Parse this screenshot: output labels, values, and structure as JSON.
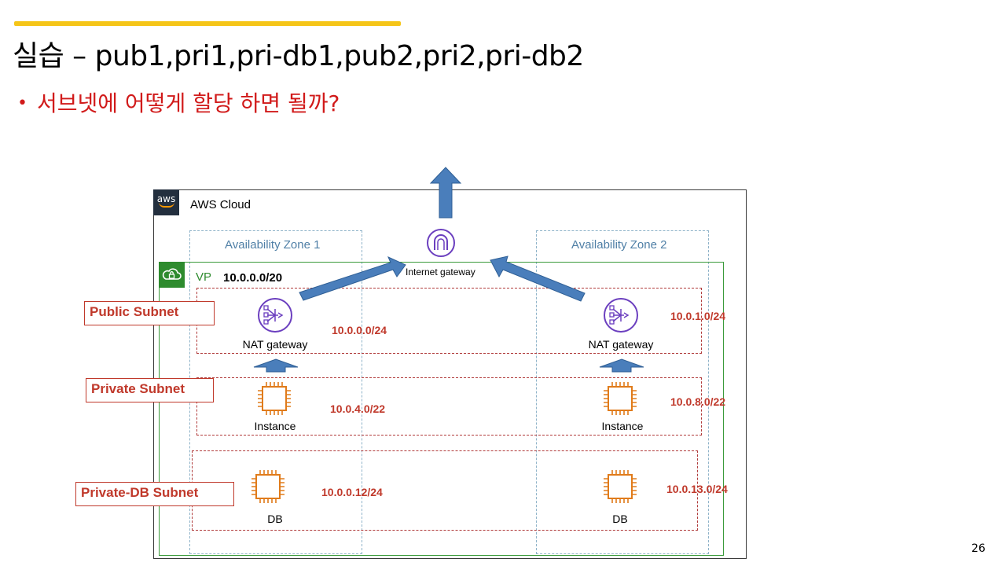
{
  "slide": {
    "title": "실습 – pub1,pri1,pri-db1,pub2,pri2,pri-db2",
    "bullet": "서브넷에 어떻게 할당 하면 될까?",
    "page_number": "26"
  },
  "diagram": {
    "aws_logo": "aws",
    "cloud_label": "AWS Cloud",
    "az1_label": "Availability Zone 1",
    "az2_label": "Availability Zone 2",
    "vpc_label": "VP",
    "vpc_cidr": "10.0.0.0/20",
    "igw_label": "Internet gateway",
    "subnet_tags": {
      "public": "Public Subnet",
      "private": "Private Subnet",
      "private_db": "Private-DB Subnet"
    },
    "az1": {
      "nat_label": "NAT gateway",
      "nat_cidr": "10.0.0.0/24",
      "instance_label": "Instance",
      "instance_cidr": "10.0.4.0/22",
      "db_label": "DB",
      "db_cidr": "10.0.0.12/24"
    },
    "az2": {
      "nat_label": "NAT gateway",
      "nat_cidr": "10.0.1.0/24",
      "instance_label": "Instance",
      "instance_cidr": "10.0.8.0/22",
      "db_label": "DB",
      "db_cidr": "10.0.13.0/24"
    },
    "colors": {
      "accent_bar": "#f5c518",
      "subnet_red": "#c0392b",
      "arrow_blue": "#4a7ebb",
      "nat_purple": "#6b3fbf",
      "ec2_orange": "#e07b1a",
      "vpc_green": "#2e8b2e"
    }
  }
}
